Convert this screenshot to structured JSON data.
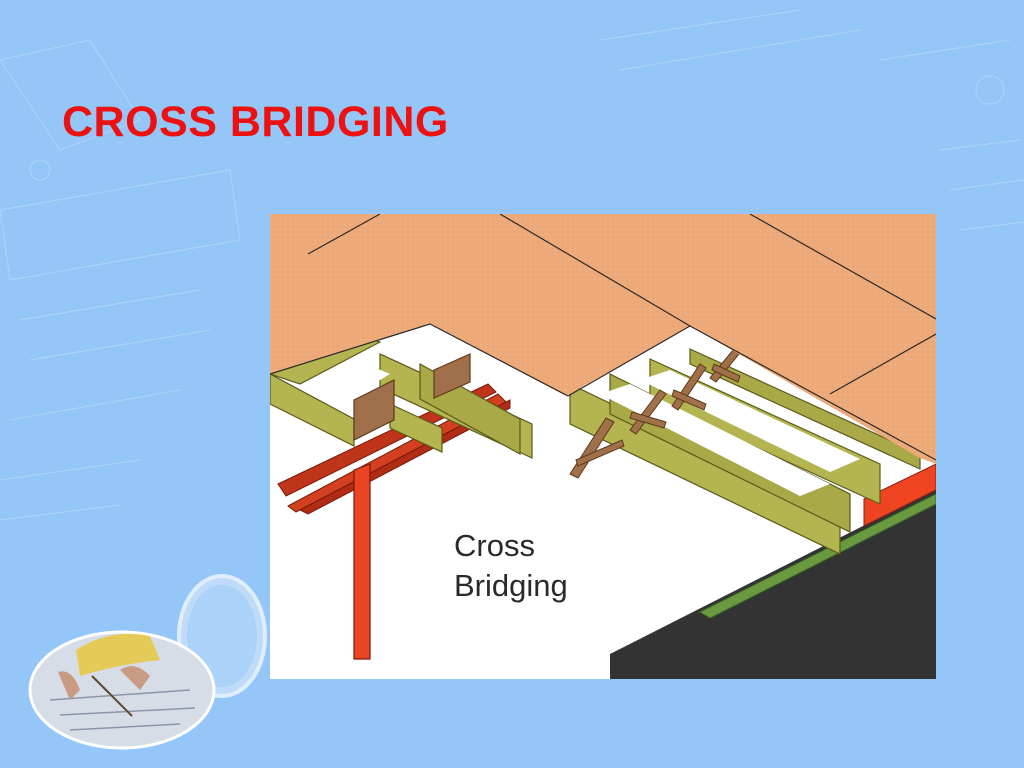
{
  "slide": {
    "title": "CROSS BRIDGING"
  },
  "figure": {
    "label_line1": "Cross",
    "label_line2": "Bridging"
  },
  "colors": {
    "background": "#94c6f7",
    "title": "#ee1111",
    "subfloor": "#eda878",
    "joist": "#b4b450",
    "girder": "#c0341a",
    "bridging": "#a0704a",
    "foundation": "#333333",
    "sill": "#6a9a40",
    "rim": "#ee4422"
  }
}
